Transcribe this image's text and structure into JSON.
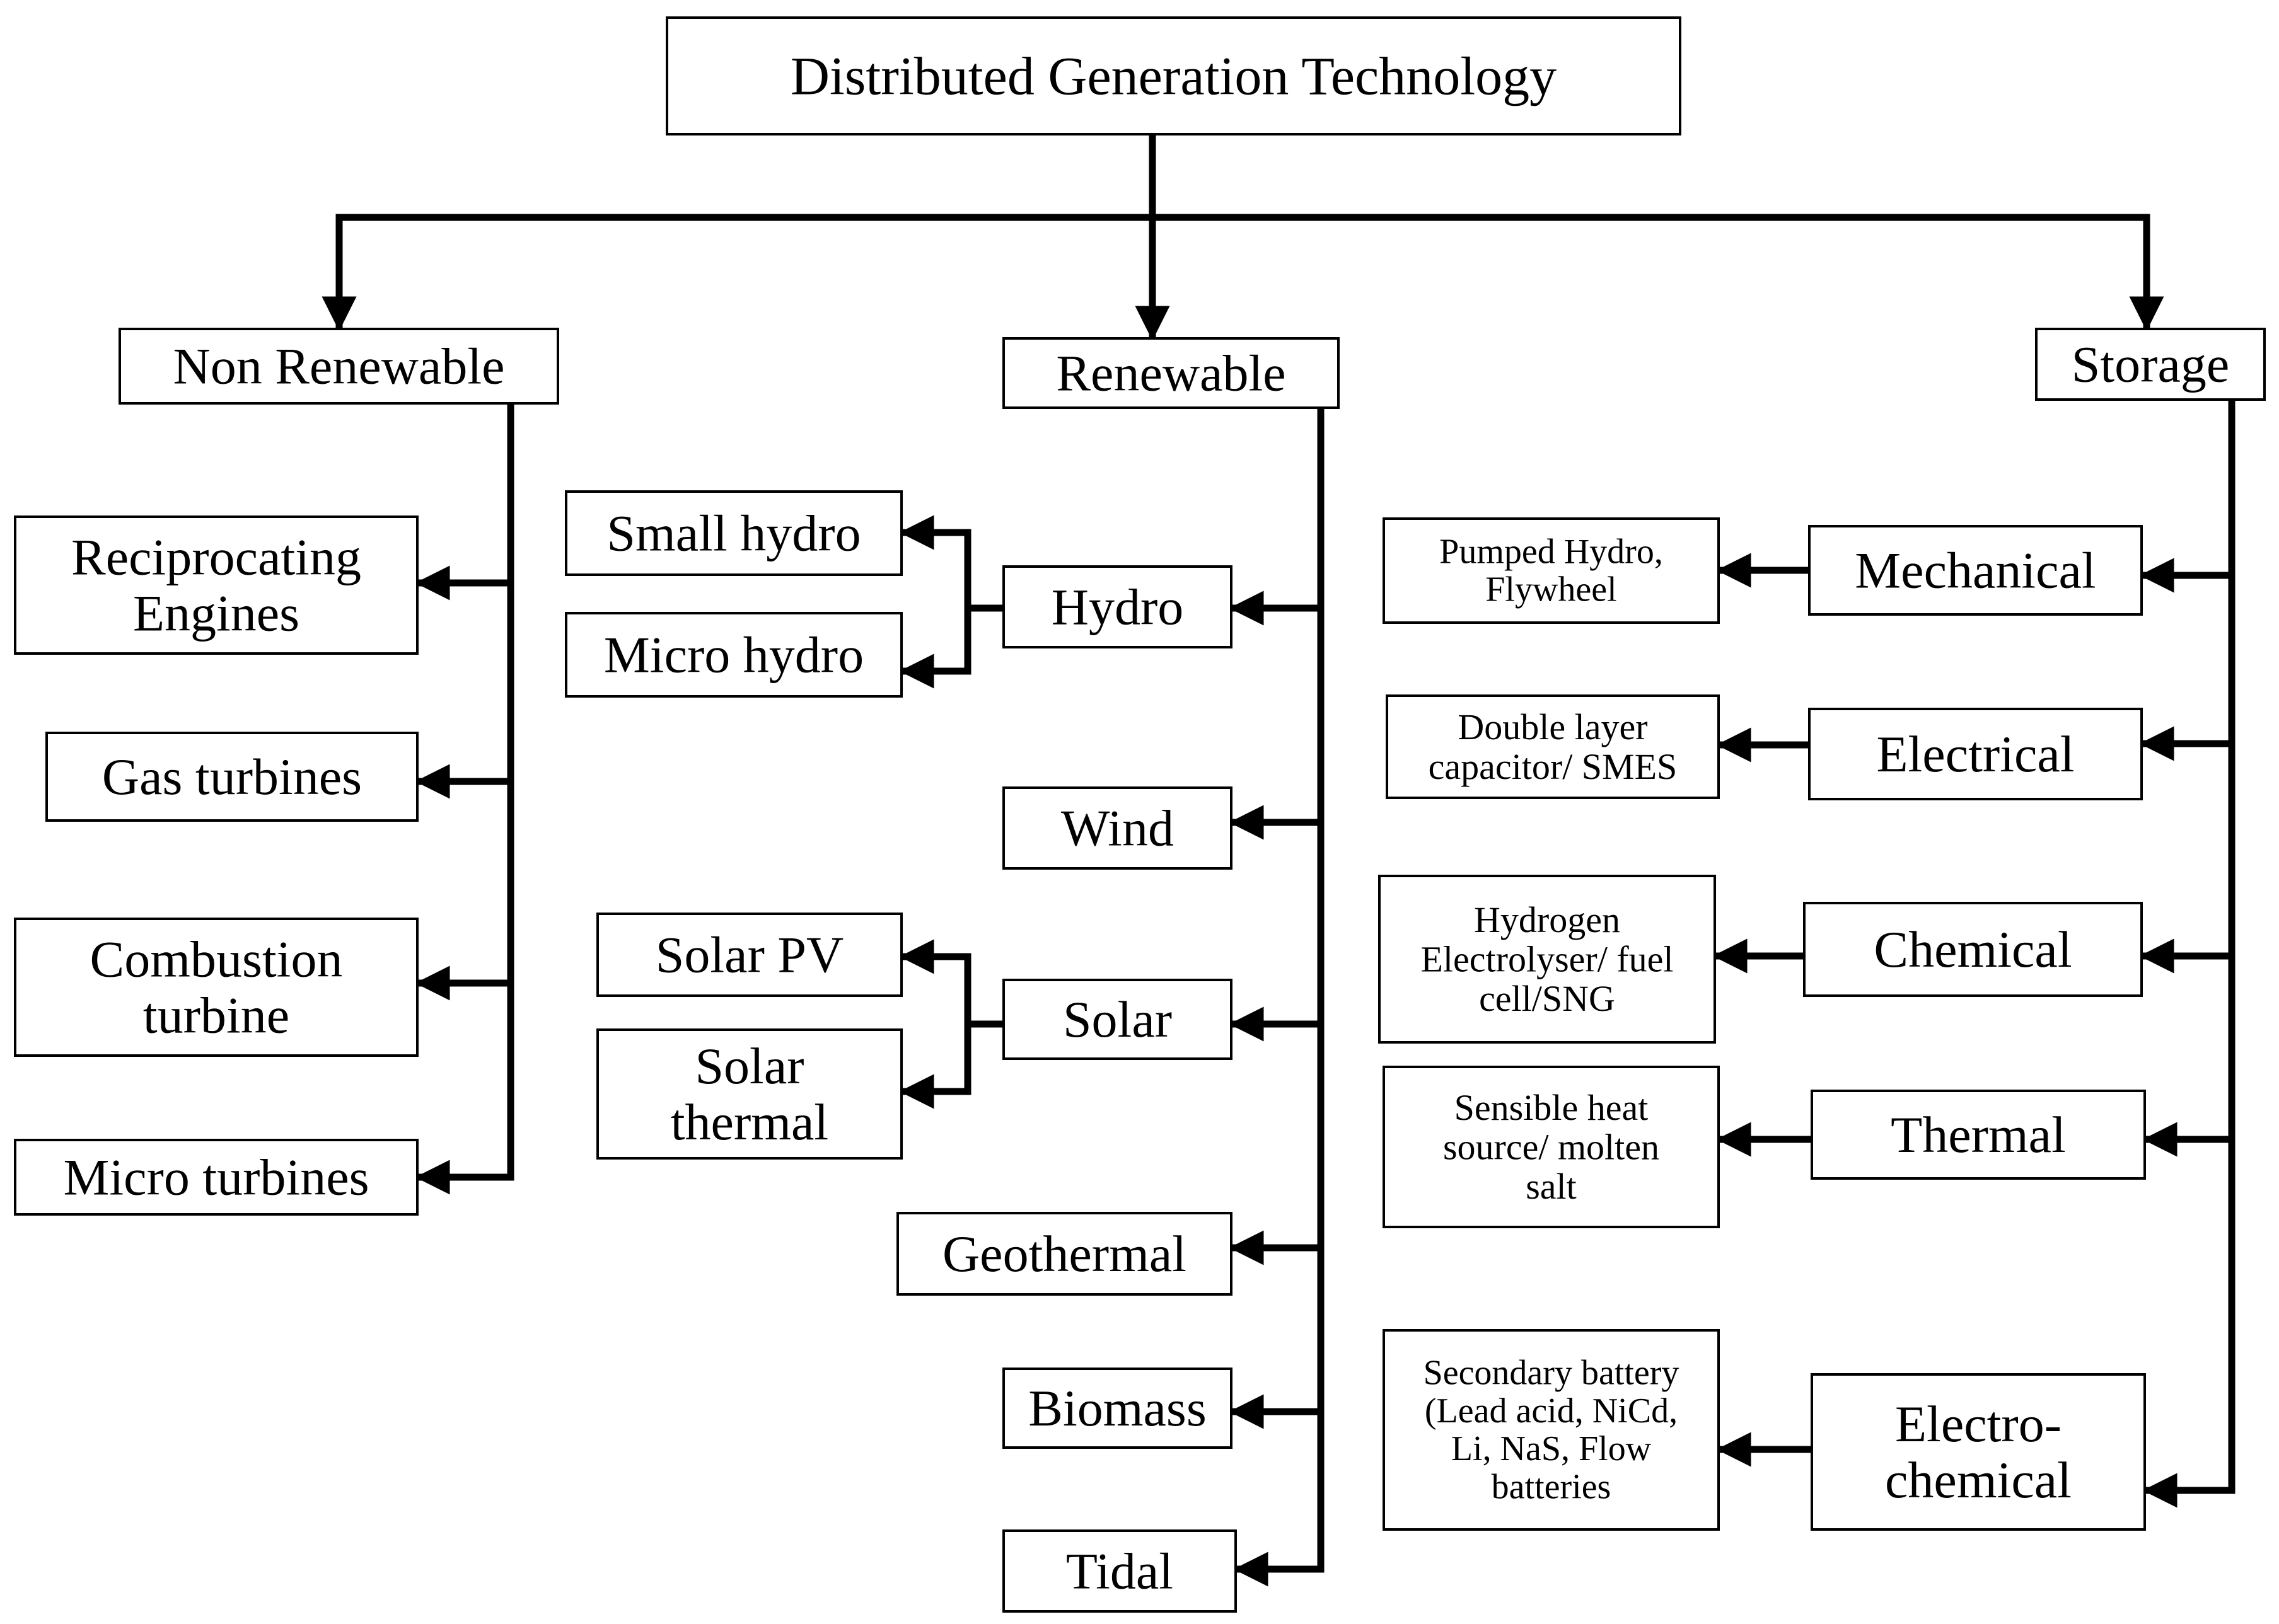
{
  "diagram": {
    "root": {
      "id": "root",
      "lines": [
        "Distributed Generation Technology"
      ]
    },
    "categories": [
      {
        "id": "non-renewable",
        "lines": [
          "Non Renewable"
        ]
      },
      {
        "id": "renewable",
        "lines": [
          "Renewable"
        ]
      },
      {
        "id": "storage",
        "lines": [
          "Storage"
        ]
      }
    ],
    "non_renewable_items": [
      {
        "id": "reciprocating-engines",
        "lines": [
          "Reciprocating",
          "Engines"
        ]
      },
      {
        "id": "gas-turbines",
        "lines": [
          "Gas turbines"
        ]
      },
      {
        "id": "combustion-turbine",
        "lines": [
          "Combustion",
          "turbine"
        ]
      },
      {
        "id": "micro-turbines",
        "lines": [
          "Micro turbines"
        ]
      }
    ],
    "renewable_items": [
      {
        "id": "hydro",
        "lines": [
          "Hydro"
        ]
      },
      {
        "id": "wind",
        "lines": [
          "Wind"
        ]
      },
      {
        "id": "solar",
        "lines": [
          "Solar"
        ]
      },
      {
        "id": "geothermal",
        "lines": [
          "Geothermal"
        ]
      },
      {
        "id": "biomass",
        "lines": [
          "Biomass"
        ]
      },
      {
        "id": "tidal",
        "lines": [
          "Tidal"
        ]
      }
    ],
    "hydro_items": [
      {
        "id": "small-hydro",
        "lines": [
          "Small hydro"
        ]
      },
      {
        "id": "micro-hydro",
        "lines": [
          "Micro hydro"
        ]
      }
    ],
    "solar_items": [
      {
        "id": "solar-pv",
        "lines": [
          "Solar PV"
        ]
      },
      {
        "id": "solar-thermal",
        "lines": [
          "Solar",
          "thermal"
        ]
      }
    ],
    "storage_items": [
      {
        "id": "mechanical",
        "lines": [
          "Mechanical"
        ]
      },
      {
        "id": "electrical",
        "lines": [
          "Electrical"
        ]
      },
      {
        "id": "chemical",
        "lines": [
          "Chemical"
        ]
      },
      {
        "id": "thermal",
        "lines": [
          "Thermal"
        ]
      },
      {
        "id": "electro-chemical",
        "lines": [
          "Electro-",
          "chemical"
        ]
      }
    ],
    "storage_examples": [
      {
        "id": "pumped-hydro-flywheel",
        "lines": [
          "Pumped Hydro,",
          "Flywheel"
        ]
      },
      {
        "id": "double-layer-capacitor-smes",
        "lines": [
          "Double layer",
          "capacitor/ SMES"
        ]
      },
      {
        "id": "hydrogen-electrolyser",
        "lines": [
          "Hydrogen",
          "Electrolyser/ fuel",
          "cell/SNG"
        ]
      },
      {
        "id": "sensible-heat-molten-salt",
        "lines": [
          "Sensible heat",
          "source/ molten",
          "salt"
        ]
      },
      {
        "id": "secondary-battery",
        "lines": [
          "Secondary battery",
          "(Lead acid, NiCd,",
          "Li, NaS, Flow",
          "batteries"
        ]
      }
    ]
  }
}
